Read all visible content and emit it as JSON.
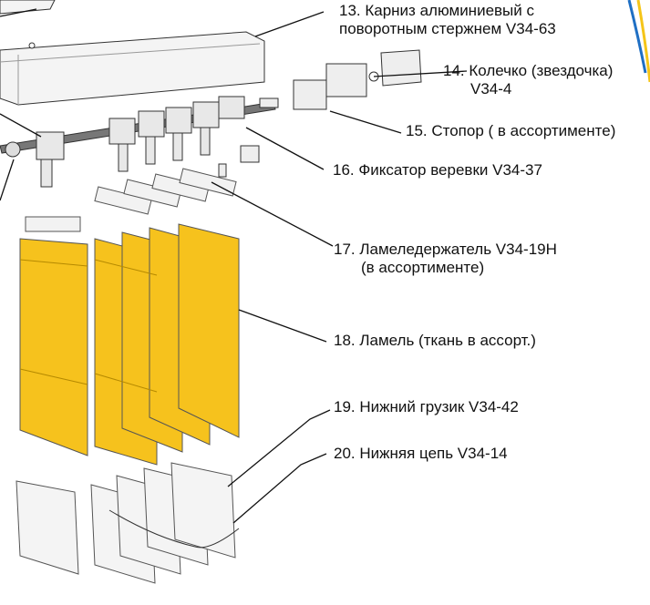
{
  "callouts": [
    {
      "id": "13",
      "lines": [
        "13. Карниз алюминиевый с",
        "поворотным стержнем V34-63"
      ]
    },
    {
      "id": "14",
      "lines": [
        "14. Колечко (звездочка)",
        "V34-4"
      ]
    },
    {
      "id": "15",
      "lines": [
        "15. Стопор ( в ассортименте)"
      ]
    },
    {
      "id": "16",
      "lines": [
        "16. Фиксатор веревки V34-37"
      ]
    },
    {
      "id": "17",
      "lines": [
        "17. Ламеледержатель V34-19H",
        "(в ассортименте)"
      ]
    },
    {
      "id": "18",
      "lines": [
        "18. Ламель (ткань в ассорт.)"
      ]
    },
    {
      "id": "19",
      "lines": [
        "19. Нижний грузик V34-42"
      ]
    },
    {
      "id": "20",
      "lines": [
        "20. Нижняя цепь V34-14"
      ]
    }
  ],
  "colors": {
    "slat_fill": "#f6c21d",
    "slat_shade": "#e9b10f",
    "line": "#111111",
    "accent_blue": "#1f6fc4",
    "accent_yellow": "#f5c518"
  }
}
